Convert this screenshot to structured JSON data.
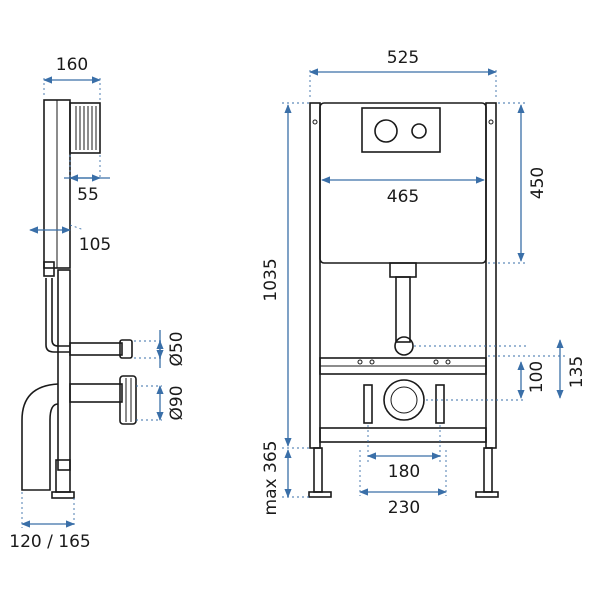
{
  "side_view": {
    "depth_total": "160",
    "frame_depth": "55",
    "profile_depth": "105",
    "pipe_small": "Ø50",
    "pipe_large": "Ø90",
    "foot_depth": "120 / 165"
  },
  "front_view": {
    "frame_width": "525",
    "cistern_width": "465",
    "cistern_height": "450",
    "total_height": "1035",
    "outlet_spacing": "100",
    "outlet_height": "135",
    "max_height": "max 365",
    "bolt_spacing": "180",
    "foot_spacing": "230"
  },
  "colors": {
    "line": "#1a1a1a",
    "dimension": "#3a6fa8"
  }
}
